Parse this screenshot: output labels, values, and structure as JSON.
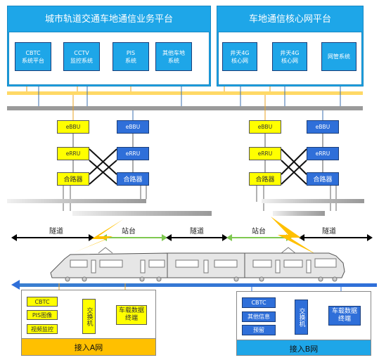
{
  "business_platform": {
    "title": "城市轨道交通车地通信业务平台",
    "subsystems": [
      "CBTC\n系统平台",
      "CCTV\n监控系统",
      "PIS\n系统",
      "其他车地\n系统"
    ]
  },
  "core_platform": {
    "title": "车地通信核心网平台",
    "subsystems": [
      "井天4G\n核心网",
      "井天4G\n核心网",
      "网管系统"
    ]
  },
  "ap_labels": {
    "bbu": "eBBU",
    "rru": "eRRU",
    "combiner": "合路器"
  },
  "track": {
    "segments": [
      "隧道",
      "站台",
      "隧道",
      "站台",
      "隧道"
    ]
  },
  "network_a": {
    "title": "接入A网",
    "inputs": [
      "CBTC",
      "PIS图像",
      "视频监控"
    ],
    "switch": "交换机",
    "terminal": "车载数据终端"
  },
  "network_b": {
    "title": "接入B网",
    "inputs": [
      "CBTC",
      "其他信息",
      "预留"
    ],
    "switch": "交换机",
    "terminal": "车载数据终端"
  },
  "colors": {
    "cyan": "#1ea6e8",
    "yellow": "#ffff00",
    "blue": "#2f6fd9",
    "orange": "#ffc000",
    "green": "#7ec850"
  }
}
